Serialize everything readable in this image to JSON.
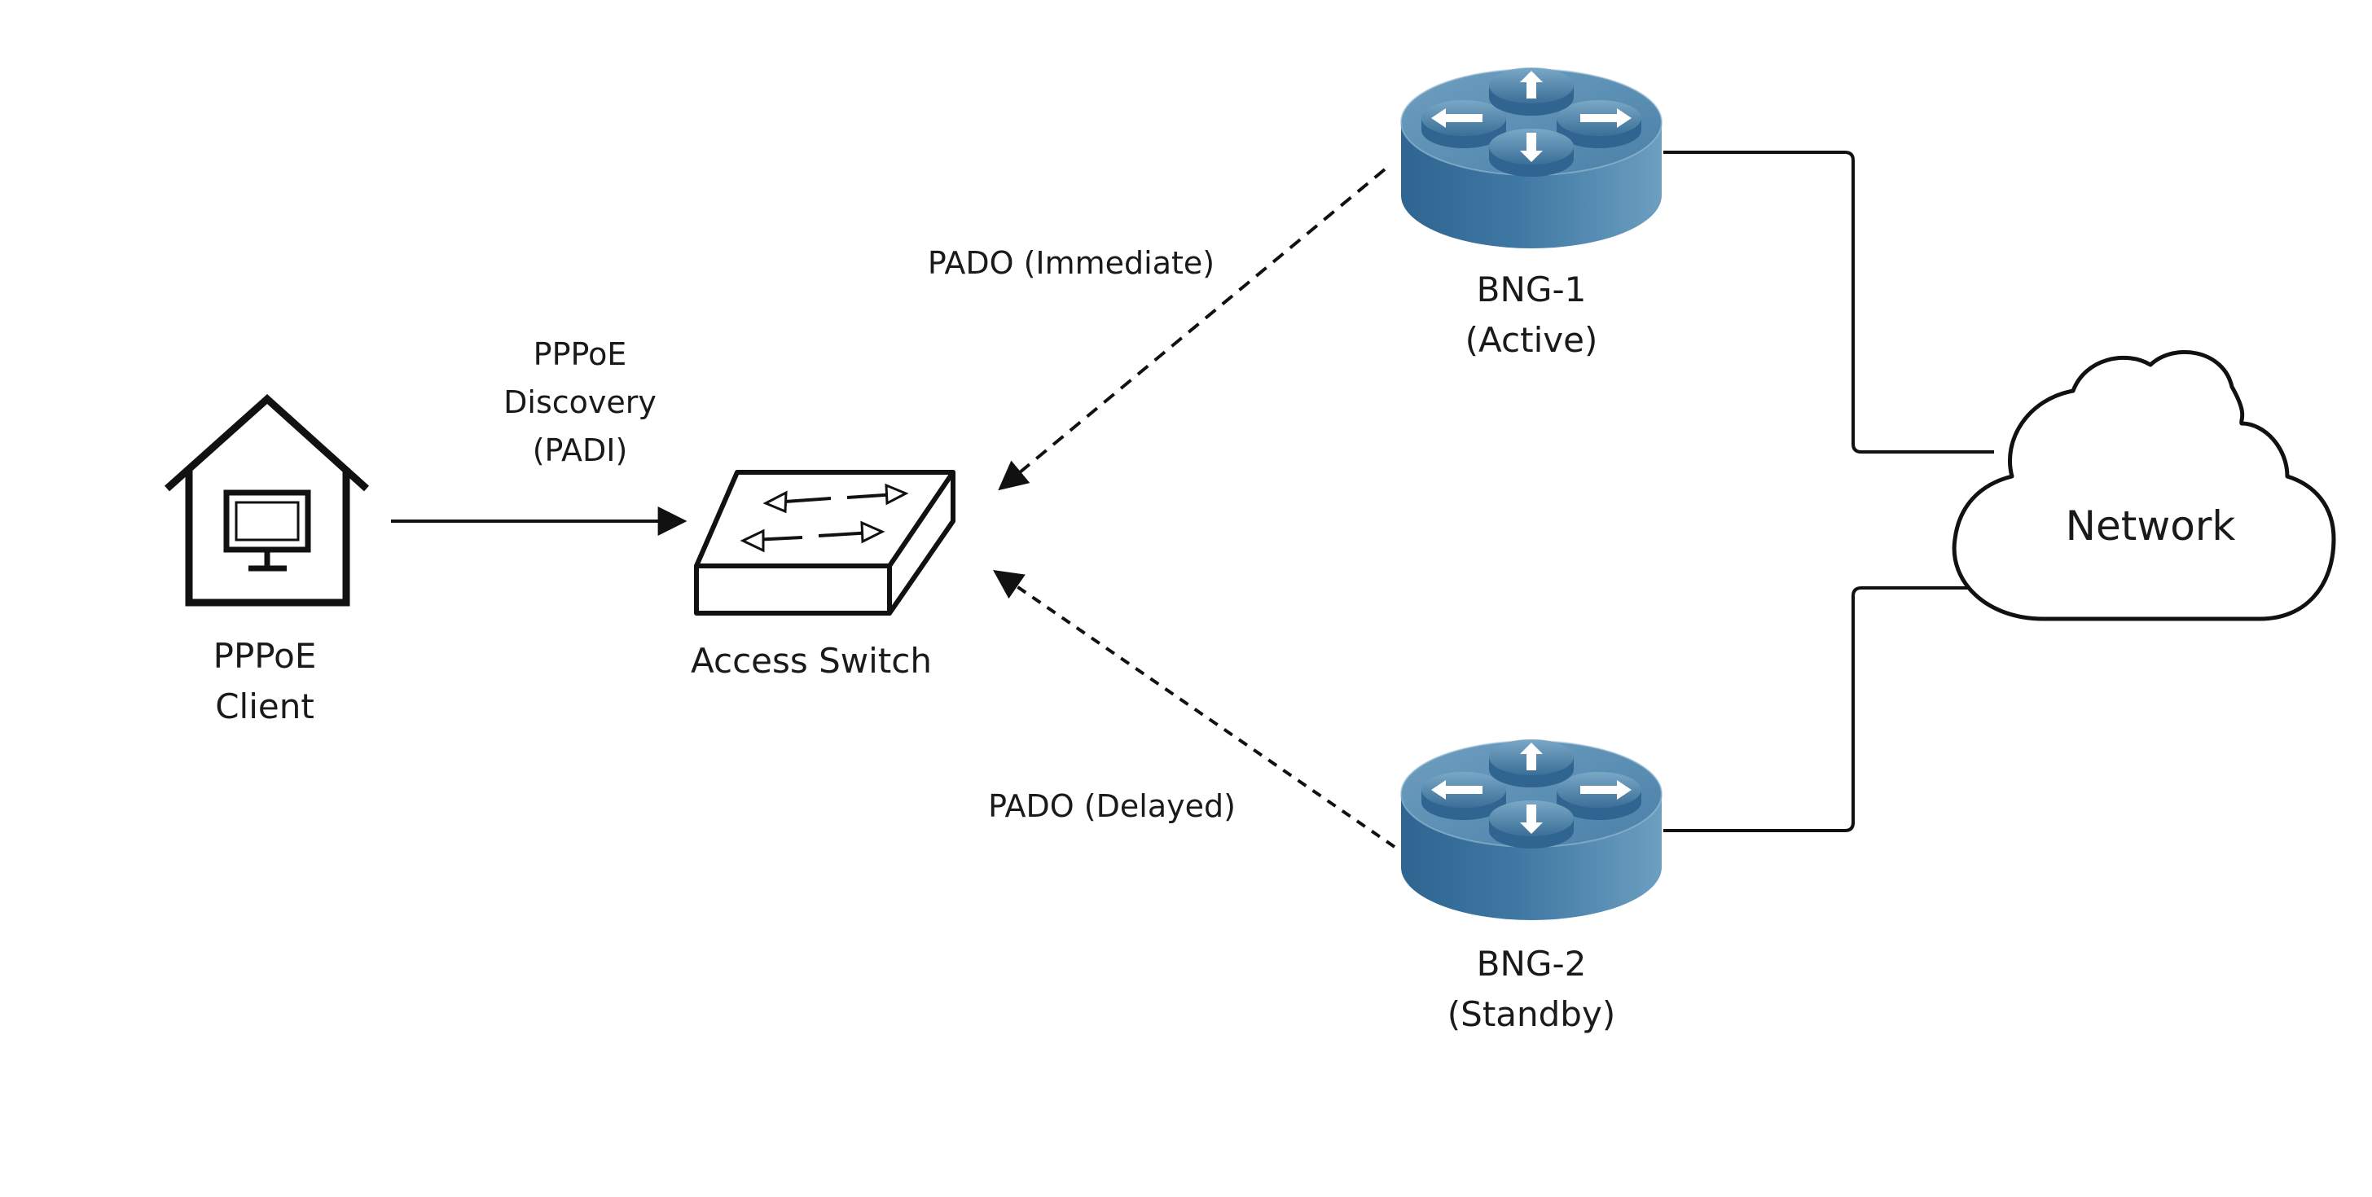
{
  "nodes": {
    "client": {
      "line1": "PPPoE",
      "line2": "Client",
      "icon": "house-with-monitor-icon"
    },
    "access_switch": {
      "label": "Access Switch",
      "icon": "switch-icon"
    },
    "bng1": {
      "line1": "BNG-1",
      "line2": "(Active)",
      "icon": "router-icon"
    },
    "bng2": {
      "line1": "BNG-2",
      "line2": "(Standby)",
      "icon": "router-icon"
    },
    "network": {
      "label": "Network",
      "icon": "cloud-icon"
    }
  },
  "edges": {
    "padi": {
      "line1": "PPPoE",
      "line2": "Discovery",
      "line3": "(PADI)"
    },
    "pado_immediate": {
      "label": "PADO (Immediate)"
    },
    "pado_delayed": {
      "label": "PADO (Delayed)"
    }
  },
  "colors": {
    "router_top": "#5b8fb3",
    "router_body": "#3f76a0",
    "router_dark": "#2d5f86",
    "line": "#111111"
  }
}
